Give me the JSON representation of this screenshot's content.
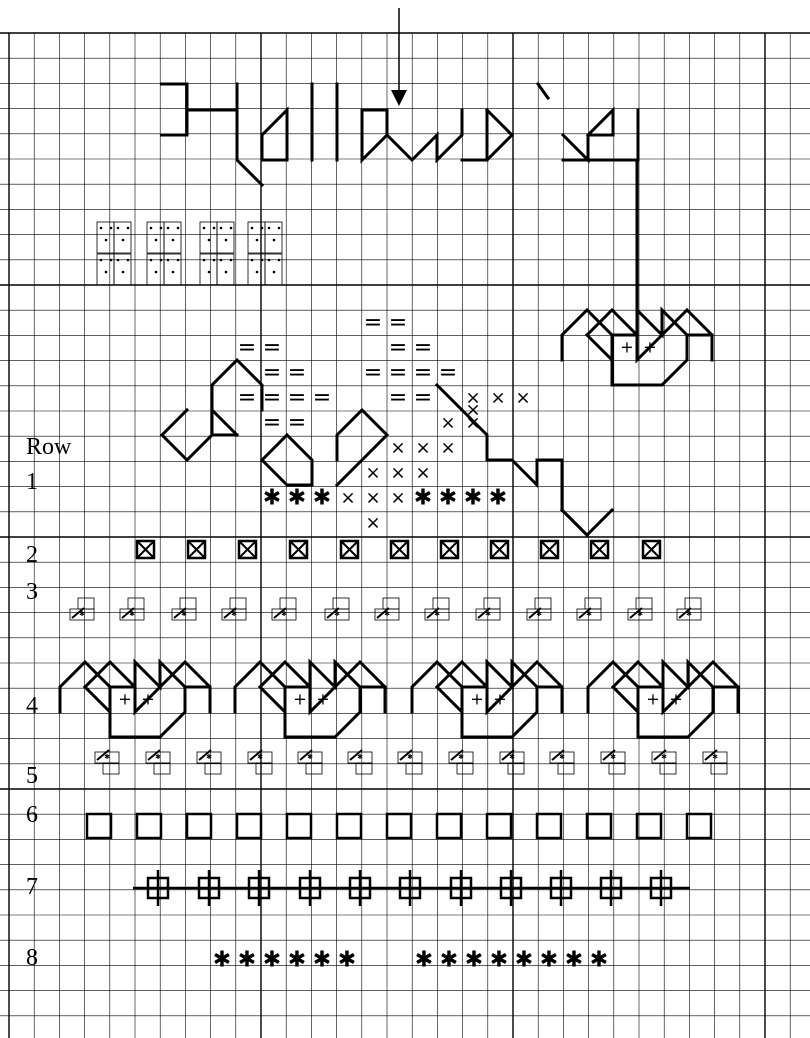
{
  "chart": {
    "row_header": "Row",
    "row_labels": [
      "1",
      "2",
      "3",
      "4",
      "5",
      "6",
      "7",
      "8"
    ]
  },
  "symbols": {
    "ast": "✱",
    "x": "×",
    "plus": "+",
    "eq": "="
  },
  "icons": {
    "arrow": "down-arrow-icon",
    "boxed_x": "boxed-x-icon",
    "square": "square-outline-icon",
    "cross_box": "cross-box-icon",
    "flourish": "flourish-icon"
  }
}
